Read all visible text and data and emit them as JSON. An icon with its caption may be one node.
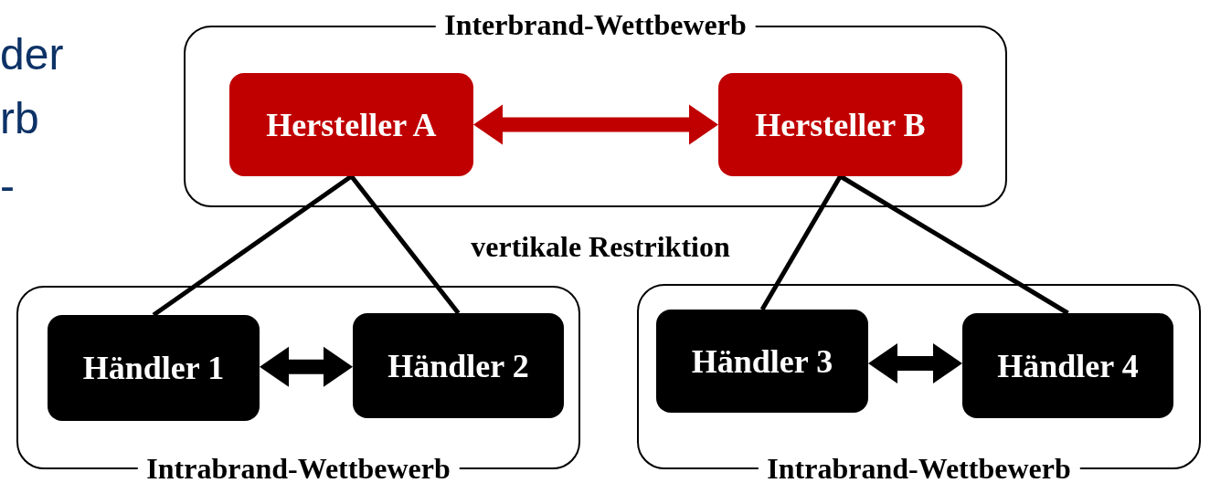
{
  "diagram": {
    "nodes": [
      {
        "text": [
          "Interbrand-Wettbewerb"
        ]
      },
      {
        "text": [
          "Hersteller A"
        ],
        "in": 0
      },
      {
        "text": [
          "Hersteller B"
        ],
        "in": 0
      },
      {
        "text": [
          "Intrabrand-Wettbewerb"
        ]
      },
      {
        "text": [
          "Händler 1"
        ],
        "in": 3
      },
      {
        "text": [
          "Händler 2"
        ],
        "in": 3
      },
      {
        "text": [
          "Intrabrand-Wettbewerb"
        ]
      },
      {
        "text": [
          "Händler 3"
        ],
        "in": 6
      },
      {
        "text": [
          "Händler 4"
        ],
        "in": 6
      }
    ],
    "edges": [
      {
        "from": 1,
        "to": 2,
        "arrow": "both",
        "style": "thick",
        "color": "#c00000"
      },
      {
        "from": 1,
        "to": 4,
        "arrow": "none"
      },
      {
        "from": 1,
        "to": 5,
        "arrow": "none"
      },
      {
        "from": 2,
        "to": 7,
        "arrow": "none"
      },
      {
        "from": 2,
        "to": 8,
        "arrow": "none"
      },
      {
        "from": 4,
        "to": 5,
        "arrow": "both",
        "style": "thick"
      },
      {
        "from": 7,
        "to": 8,
        "arrow": "both",
        "style": "thick"
      }
    ],
    "labels": [
      "der",
      "rb",
      "-",
      "vertikale Restriktion"
    ]
  }
}
